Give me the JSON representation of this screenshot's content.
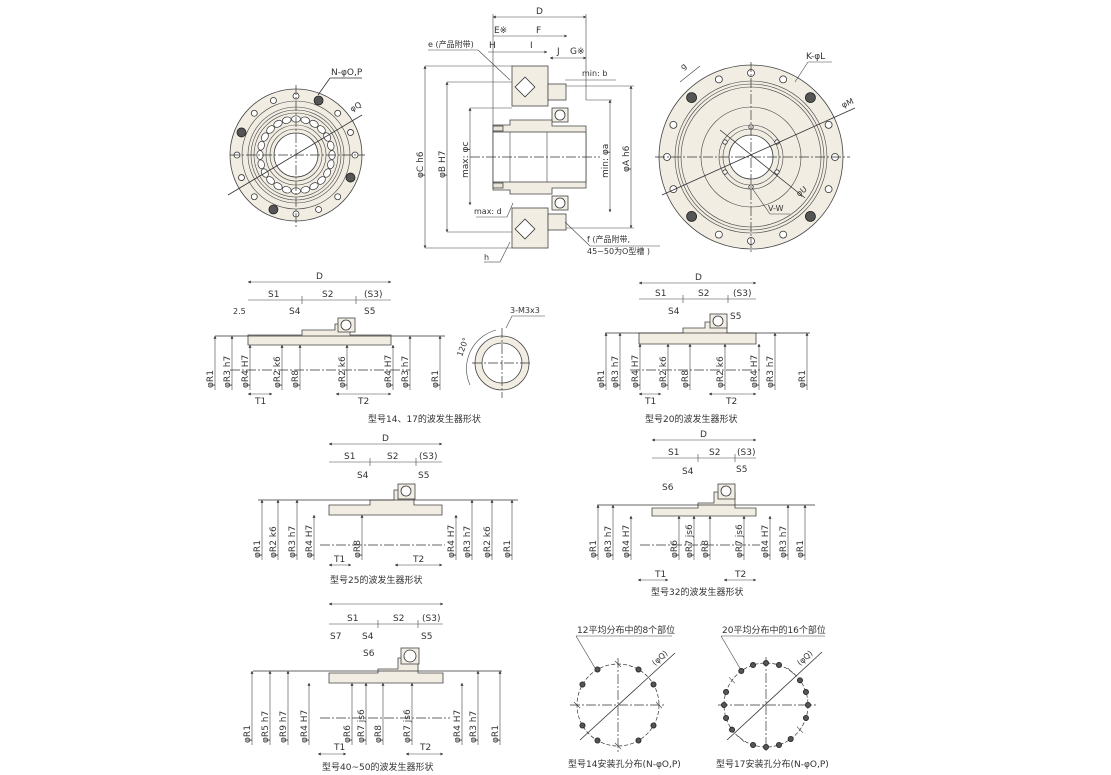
{
  "main_section": {
    "dims_top": {
      "D": "D",
      "E": "E※",
      "F": "F",
      "H": "H",
      "I": "I",
      "J": "J",
      "G": "G※"
    },
    "e_note": "e (产品附带)",
    "min_b": "min: b",
    "phi_C": "φC h6",
    "phi_B": "φB H7",
    "max_c": "max: φc",
    "min_a": "min: φa",
    "phi_A": "φA h6",
    "max_d": "max: d",
    "f_note_1": "f (产品附带,",
    "f_note_2": "45~50为O型槽 )",
    "h": "h"
  },
  "left_view": {
    "N_label": "N-φO,P",
    "Q_label": "φQ"
  },
  "right_view": {
    "g": "g",
    "K_label": "K-φL",
    "M_label": "φM",
    "U_label": "φU",
    "VW_label": "V-W"
  },
  "wg_14_17": {
    "caption": "型号14、17的波发生器形状",
    "D": "D",
    "S1": "S1",
    "S2": "S2",
    "S3": "(S3)",
    "S4": "S4",
    "S5": "S5",
    "d25": "2.5",
    "T1": "T1",
    "T2": "T2",
    "verticals": [
      "φR1",
      "φR3 h7",
      "φR4 H7",
      "φR2 k6",
      "φR8",
      "φR2 k6",
      "φR4 H7",
      "φR3 h7",
      "φR1"
    ]
  },
  "ring": {
    "label": "3-M3x3",
    "angle": "120°"
  },
  "wg_20": {
    "caption": "型号20的波发生器形状",
    "D": "D",
    "S1": "S1",
    "S2": "S2",
    "S3": "(S3)",
    "S4": "S4",
    "S5": "S5",
    "T1": "T1",
    "T2": "T2",
    "verticals": [
      "φR1",
      "φR3 h7",
      "φR4 H7",
      "φR2 k6",
      "φR8",
      "φR2 k6",
      "φR4 H7",
      "φR3 h7",
      "φR1"
    ]
  },
  "wg_25": {
    "caption": "型号25的波发生器形状",
    "D": "D",
    "S1": "S1",
    "S2": "S2",
    "S3": "(S3)",
    "S4": "S4",
    "S5": "S5",
    "T1": "T1",
    "T2": "T2",
    "verticals": [
      "φR1",
      "φR2 k6",
      "φR3 h7",
      "φR4 H7",
      "φR8",
      "φR4 H7",
      "φR3 h7",
      "φR2 k6",
      "φR1"
    ]
  },
  "wg_32": {
    "caption": "型号32的波发生器形状",
    "D": "D",
    "S1": "S1",
    "S2": "S2",
    "S3": "(S3)",
    "S4": "S4",
    "S5": "S5",
    "S6": "S6",
    "T1": "T1",
    "T2": "T2",
    "verticals": [
      "φR1",
      "φR3 h7",
      "φR4 H7",
      "φR6",
      "φR7 js6",
      "φR8",
      "φR7 js6",
      "φR4 H7",
      "φR3 h7",
      "φR1"
    ]
  },
  "wg_40_50": {
    "caption": "型号40~50的波发生器形状",
    "D": "D",
    "S1": "S1",
    "S2": "S2",
    "S3": "(S3)",
    "S4": "S4",
    "S5": "S5",
    "S6": "S6",
    "S7": "S7",
    "T1": "T1",
    "T2": "T2",
    "verticals": [
      "φR1",
      "φR5 h7",
      "φR9 h7",
      "φR4 H7",
      "φR6",
      "φR7 js6",
      "φR8",
      "φR7 js6",
      "φR4 H7",
      "φR3 h7",
      "φR1"
    ]
  },
  "hole_14": {
    "note": "12平均分布中的8个部位",
    "Q": "(φQ)",
    "caption": "型号14安装孔分布(N-φO,P)"
  },
  "hole_17": {
    "note": "20平均分布中的16个部位",
    "Q": "(φQ)",
    "caption": "型号17安装孔分布(N-φO,P)"
  }
}
